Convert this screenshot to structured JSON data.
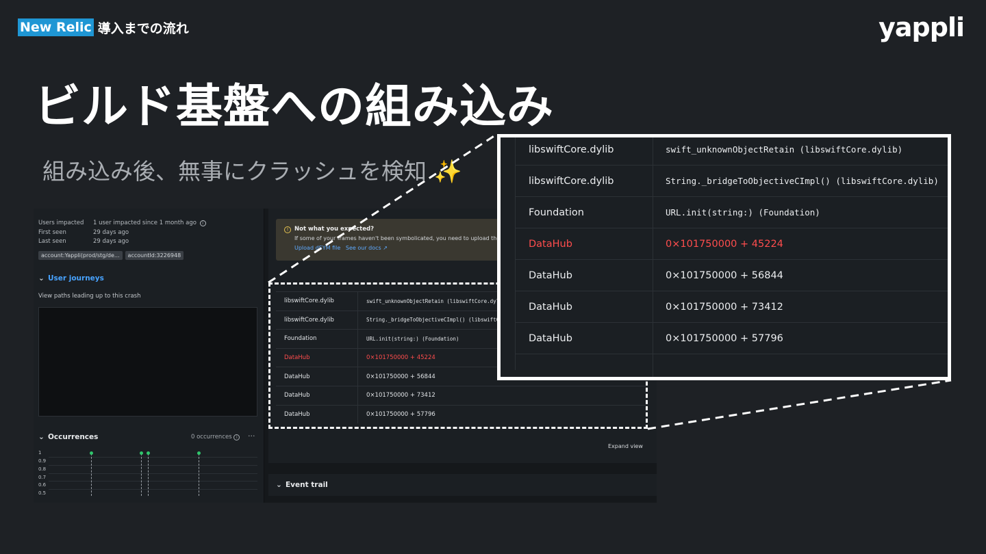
{
  "header": {
    "newrelic": "New Relic",
    "rest": "導入までの流れ"
  },
  "brand": "yappli",
  "title": "ビルド基盤への組み込み",
  "subtitle": {
    "text": "組み込み後、無事にクラッシュを検知",
    "emoji": "✨"
  },
  "left_pane": {
    "users_impacted_label": "Users impacted",
    "users_impacted_value": "1 user impacted since 1 month ago",
    "first_seen_label": "First seen",
    "first_seen_value": "29 days ago",
    "last_seen_label": "Last seen",
    "last_seen_value": "29 days ago",
    "chips": [
      "account:Yappli(prod/stg/de...",
      "accountId:3226948"
    ],
    "user_journeys": "User journeys",
    "user_journeys_desc": "View paths leading up to this crash",
    "occurrences": "Occurrences",
    "occurrences_count": "0 occurrences",
    "more": "···",
    "y_ticks": [
      "1",
      "0.9",
      "0.8",
      "0.7",
      "0.6",
      "0.5"
    ]
  },
  "warning": {
    "title": "Not what you expected?",
    "text": "If some of your frames haven't been symbolicated, you need to upload the r",
    "upload": "Upload dSYM file",
    "docs": "See our docs"
  },
  "stack_trace": [
    {
      "lib": "libswiftCore.dylib",
      "fn": "swift_unknownObjectRetain (libswiftCore.dylib)",
      "mono": true,
      "highlight": false
    },
    {
      "lib": "libswiftCore.dylib",
      "fn": "String._bridgeToObjectiveCImpl() (libswiftCore.dylib)",
      "mono": true,
      "highlight": false
    },
    {
      "lib": "Foundation",
      "fn": "URL.init(string:) (Foundation)",
      "mono": true,
      "highlight": false
    },
    {
      "lib": "DataHub",
      "fn": "0×101750000 + 45224",
      "mono": false,
      "highlight": true
    },
    {
      "lib": "DataHub",
      "fn": "0×101750000 + 56844",
      "mono": false,
      "highlight": false
    },
    {
      "lib": "DataHub",
      "fn": "0×101750000 + 73412",
      "mono": false,
      "highlight": false
    },
    {
      "lib": "DataHub",
      "fn": "0×101750000 + 57796",
      "mono": false,
      "highlight": false
    }
  ],
  "small_stack_fns": [
    "swift_unknownObjectRetain (libswiftCore.dylib)",
    "String._bridgeToObjectiveCImpl() (libswiftCore",
    "URL.init(string:) (Foundation)",
    "0×101750000 + 45224",
    "0×101750000 + 56844",
    "0×101750000 + 73412",
    "0×101750000 + 57796"
  ],
  "expand_view": "Expand view",
  "event_trail": "Event trail",
  "colors": {
    "accent_blue": "#1f96d4",
    "error_red": "#ff4d4d",
    "dot_green": "#2fc56b",
    "bg": "#1e2125"
  }
}
